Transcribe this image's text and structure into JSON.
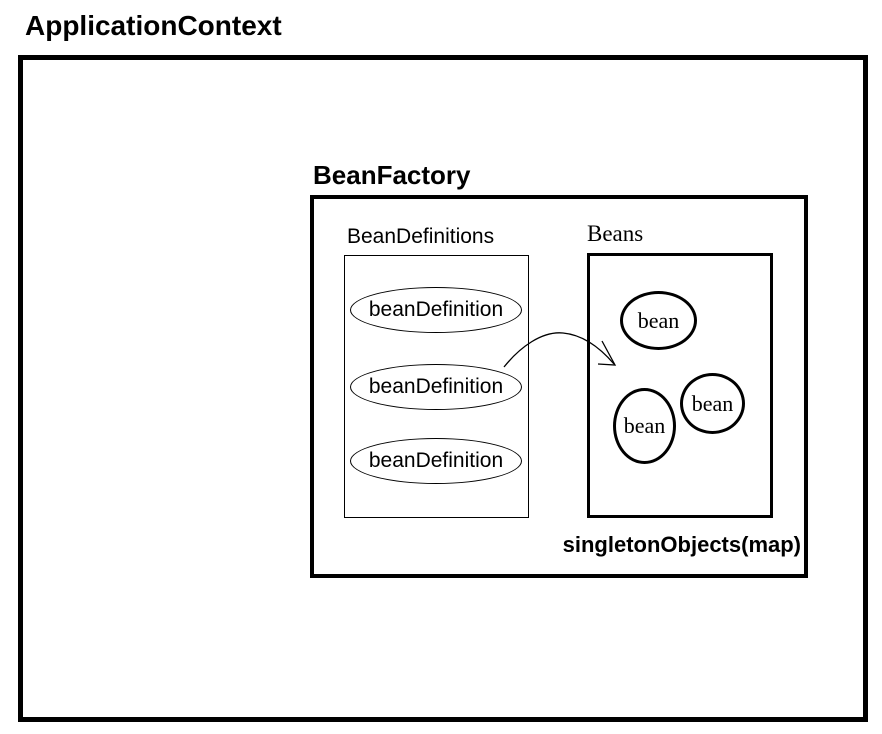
{
  "colors": {
    "ink": "#000000",
    "background": "#ffffff"
  },
  "application_context": {
    "title": "ApplicationContext",
    "bean_factory": {
      "title": "BeanFactory",
      "bean_definitions": {
        "title": "BeanDefinitions",
        "items": [
          "beanDefinition",
          "beanDefinition",
          "beanDefinition"
        ]
      },
      "beans": {
        "title": "Beans",
        "items": [
          "bean",
          "bean",
          "bean"
        ],
        "caption": "singletonObjects(map)"
      }
    }
  }
}
